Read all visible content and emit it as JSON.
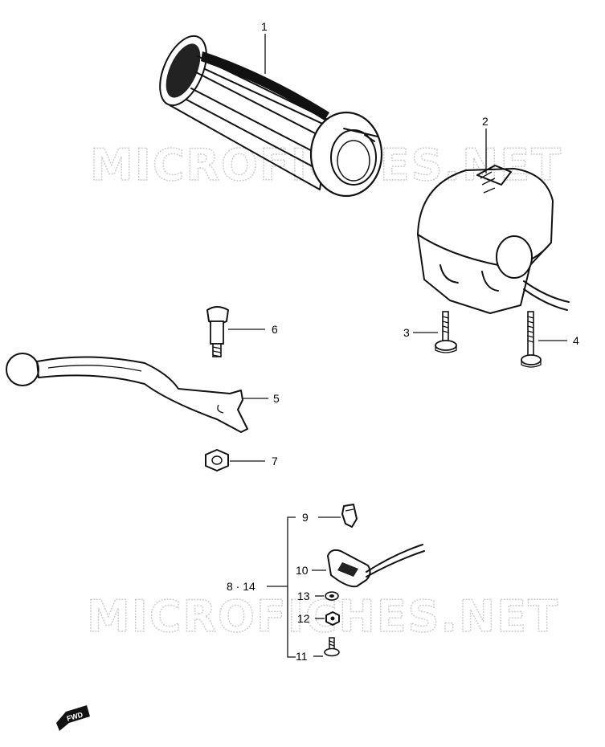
{
  "watermark": {
    "top": "MICROFICHES.NET",
    "bottom": "MICROFICHES.NET"
  },
  "callouts": {
    "p1": "1",
    "p2": "2",
    "p3": "3",
    "p4": "4",
    "p5": "5",
    "p6": "6",
    "p7": "7",
    "group": "8 · 14",
    "p9": "9",
    "p10": "10",
    "p11": "11",
    "p12": "12",
    "p13": "13"
  },
  "fwd_label": "FWD"
}
